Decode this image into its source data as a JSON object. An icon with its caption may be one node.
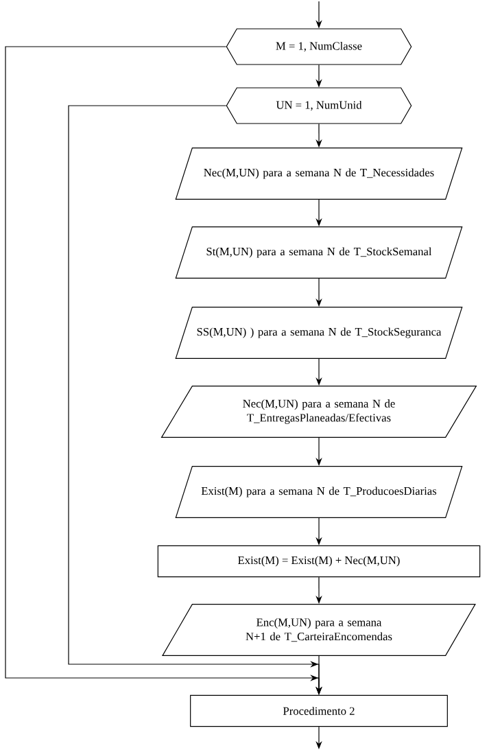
{
  "diagram": {
    "nodes": [
      {
        "text": [
          "M = 1, NumClasse"
        ]
      },
      {
        "text": [
          "UN = 1, NumUnid"
        ]
      },
      {
        "text": [
          "Nec(M,UN) para a semana N de T_Necessidades"
        ]
      },
      {
        "text": [
          "St(M,UN) para a semana N de T_StockSemanal"
        ]
      },
      {
        "text": [
          "SS(M,UN) ) para a semana N de T_StockSeguranca"
        ]
      },
      {
        "text": [
          "Nec(M,UN) para a semana N de T_EntregasPlaneadas/Efectivas"
        ]
      },
      {
        "text": [
          "Exist(M) para a semana N de T_ProducoesDiarias"
        ]
      },
      {
        "text": [
          "Exist(M) = Exist(M) + Nec(M,UN)"
        ]
      },
      {
        "text": [
          "Enc(M,UN) para a semana N+1 de T_CarteiraEncomendas"
        ]
      },
      {
        "text": [
          "Procedimento 2"
        ]
      }
    ],
    "edges": [
      {
        "from": null,
        "to": 0,
        "arrow": "to"
      },
      {
        "from": 0,
        "to": 1,
        "arrow": "to"
      },
      {
        "from": 1,
        "to": 2,
        "arrow": "to"
      },
      {
        "from": 2,
        "to": 3,
        "arrow": "to"
      },
      {
        "from": 3,
        "to": 4,
        "arrow": "to"
      },
      {
        "from": 4,
        "to": 5,
        "arrow": "to"
      },
      {
        "from": 5,
        "to": 6,
        "arrow": "to"
      },
      {
        "from": 6,
        "to": 7,
        "arrow": "to"
      },
      {
        "from": 7,
        "to": 8,
        "arrow": "to"
      },
      {
        "from": 8,
        "to": 9,
        "arrow": "to"
      },
      {
        "from": 1,
        "to": 9,
        "arrow": "to"
      },
      {
        "from": 0,
        "to": 9,
        "arrow": "to"
      },
      {
        "from": 9,
        "to": null,
        "arrow": "to"
      }
    ]
  }
}
